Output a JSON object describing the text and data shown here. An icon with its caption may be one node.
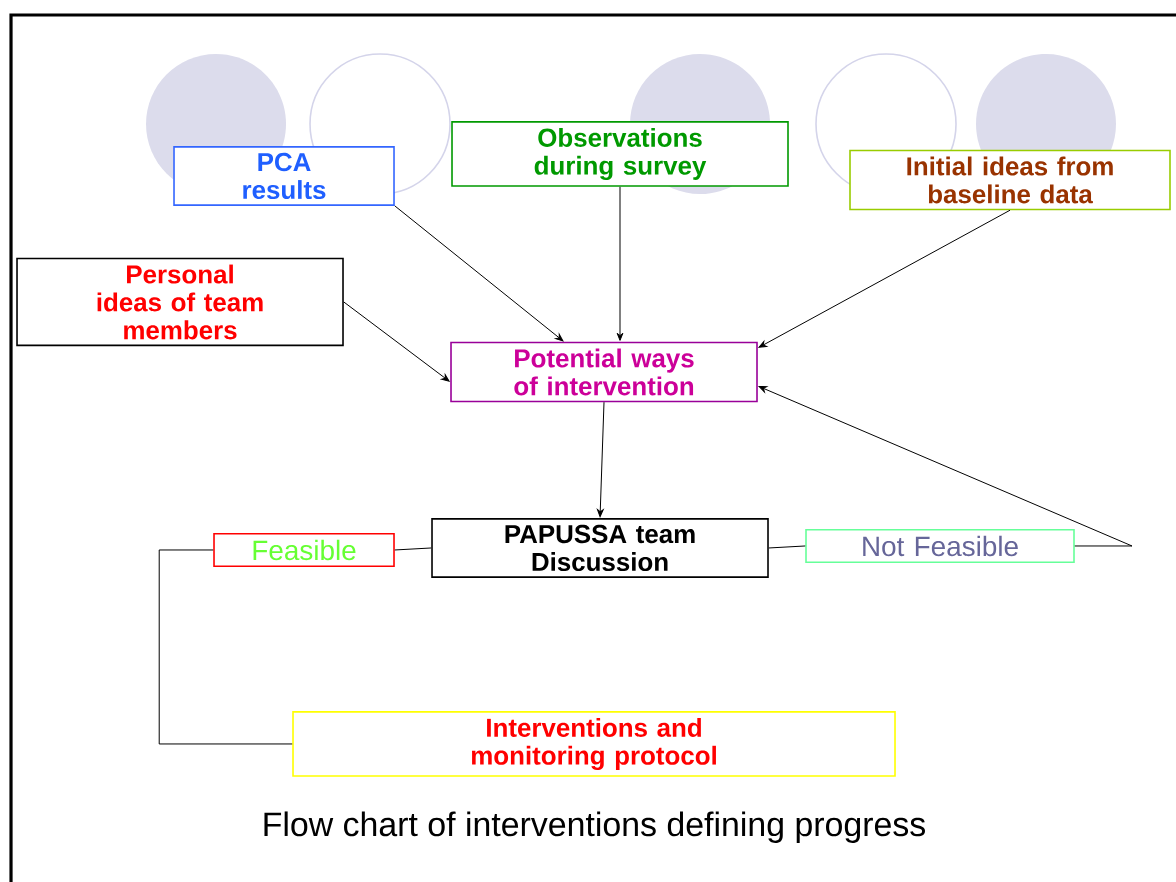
{
  "diagram": {
    "caption": "Flow chart of interventions defining progress",
    "nodes": [
      {
        "text": [
          "PCA results"
        ]
      },
      {
        "text": [
          "Observations during survey"
        ]
      },
      {
        "text": [
          "Initial ideas from baseline data"
        ]
      },
      {
        "text": [
          "Personal ideas of team members"
        ]
      },
      {
        "text": [
          "Potential ways of intervention"
        ]
      },
      {
        "text": [
          "PAPUSSA team Discussion"
        ]
      },
      {
        "text": [
          "Feasible"
        ]
      },
      {
        "text": [
          "Not Feasible"
        ]
      },
      {
        "text": [
          "Interventions and monitoring protocol"
        ]
      }
    ],
    "edges": [
      {
        "from": 0,
        "to": 4,
        "arrow": "to"
      },
      {
        "from": 1,
        "to": 4,
        "arrow": "to"
      },
      {
        "from": 2,
        "to": 4,
        "arrow": "to"
      },
      {
        "from": 3,
        "to": 4,
        "arrow": "to"
      },
      {
        "from": 4,
        "to": 5,
        "arrow": "to"
      },
      {
        "from": 5,
        "to": 6,
        "arrow": "none"
      },
      {
        "from": 5,
        "to": 7,
        "arrow": "none"
      },
      {
        "from": 7,
        "to": 4,
        "arrow": "to"
      },
      {
        "from": 6,
        "to": 8,
        "arrow": "none"
      }
    ]
  }
}
